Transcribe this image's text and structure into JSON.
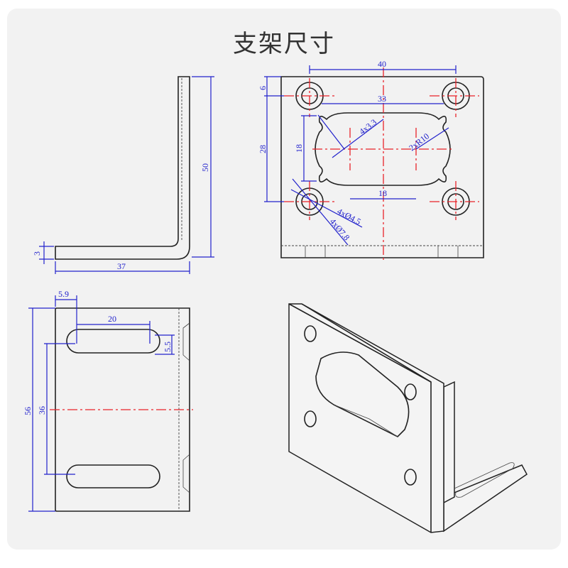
{
  "title": "支架尺寸",
  "side_view": {
    "height": "50",
    "thickness": "3",
    "length": "37"
  },
  "front_view": {
    "hole_spacing_x": "40",
    "top_offset": "6",
    "hole_spacing_y": "28",
    "slot_width": "33",
    "slot_height": "18",
    "slot_center_spacing": "18",
    "small_radius": "4x3.3",
    "arc_radius": "2xR10",
    "hole_inner": "4xØ4.5",
    "hole_outer": "4xØ7.8"
  },
  "base_view": {
    "edge_offset": "5.9",
    "slot_length": "20",
    "slot_width": "5.5",
    "total_length": "56",
    "slot_spacing": "36"
  }
}
